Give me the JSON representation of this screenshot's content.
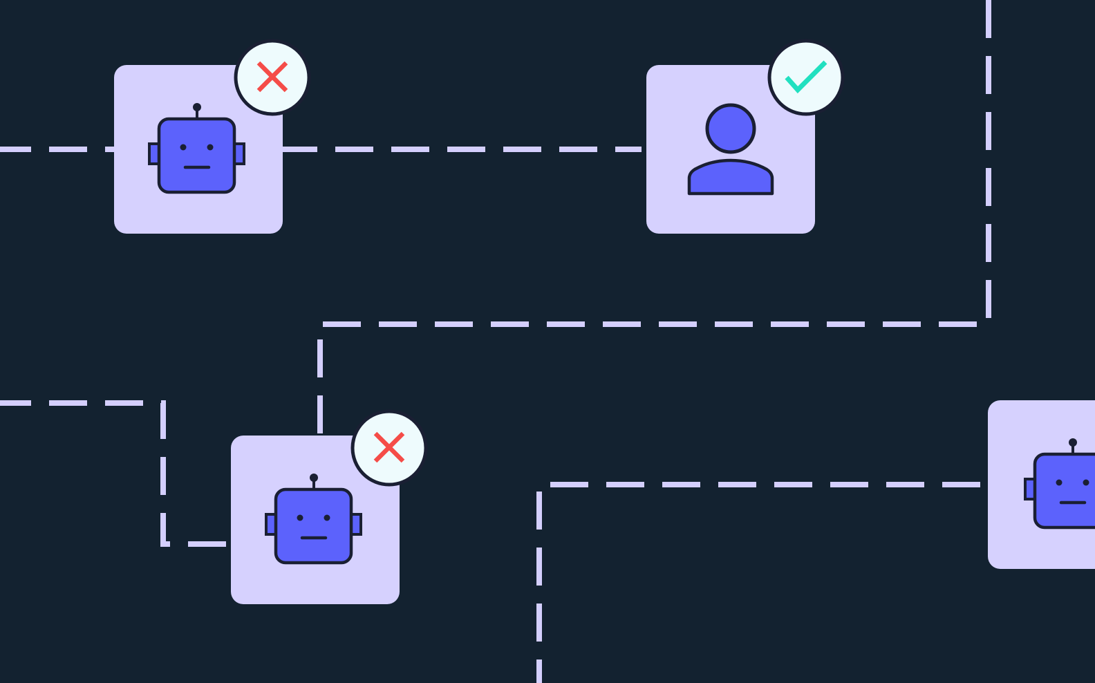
{
  "colors": {
    "background": "#132230",
    "line": "#d4cffd",
    "card": "#d6d1fe",
    "figure": "#5c62fc",
    "outline": "#1a1f33",
    "badge_bg": "#eefbfd",
    "reject": "#f54c48",
    "approve": "#21e0c0"
  },
  "nodes": [
    {
      "id": "bot-top-left",
      "kind": "robot",
      "status": "rejected",
      "icon": "robot-icon",
      "badge_icon": "cross-icon"
    },
    {
      "id": "human-top",
      "kind": "person",
      "status": "approved",
      "icon": "person-icon",
      "badge_icon": "check-icon"
    },
    {
      "id": "bot-bottom-left",
      "kind": "robot",
      "status": "rejected",
      "icon": "robot-icon",
      "badge_icon": "cross-icon"
    },
    {
      "id": "bot-right-edge",
      "kind": "robot",
      "status": "none",
      "icon": "robot-icon",
      "badge_icon": ""
    }
  ]
}
